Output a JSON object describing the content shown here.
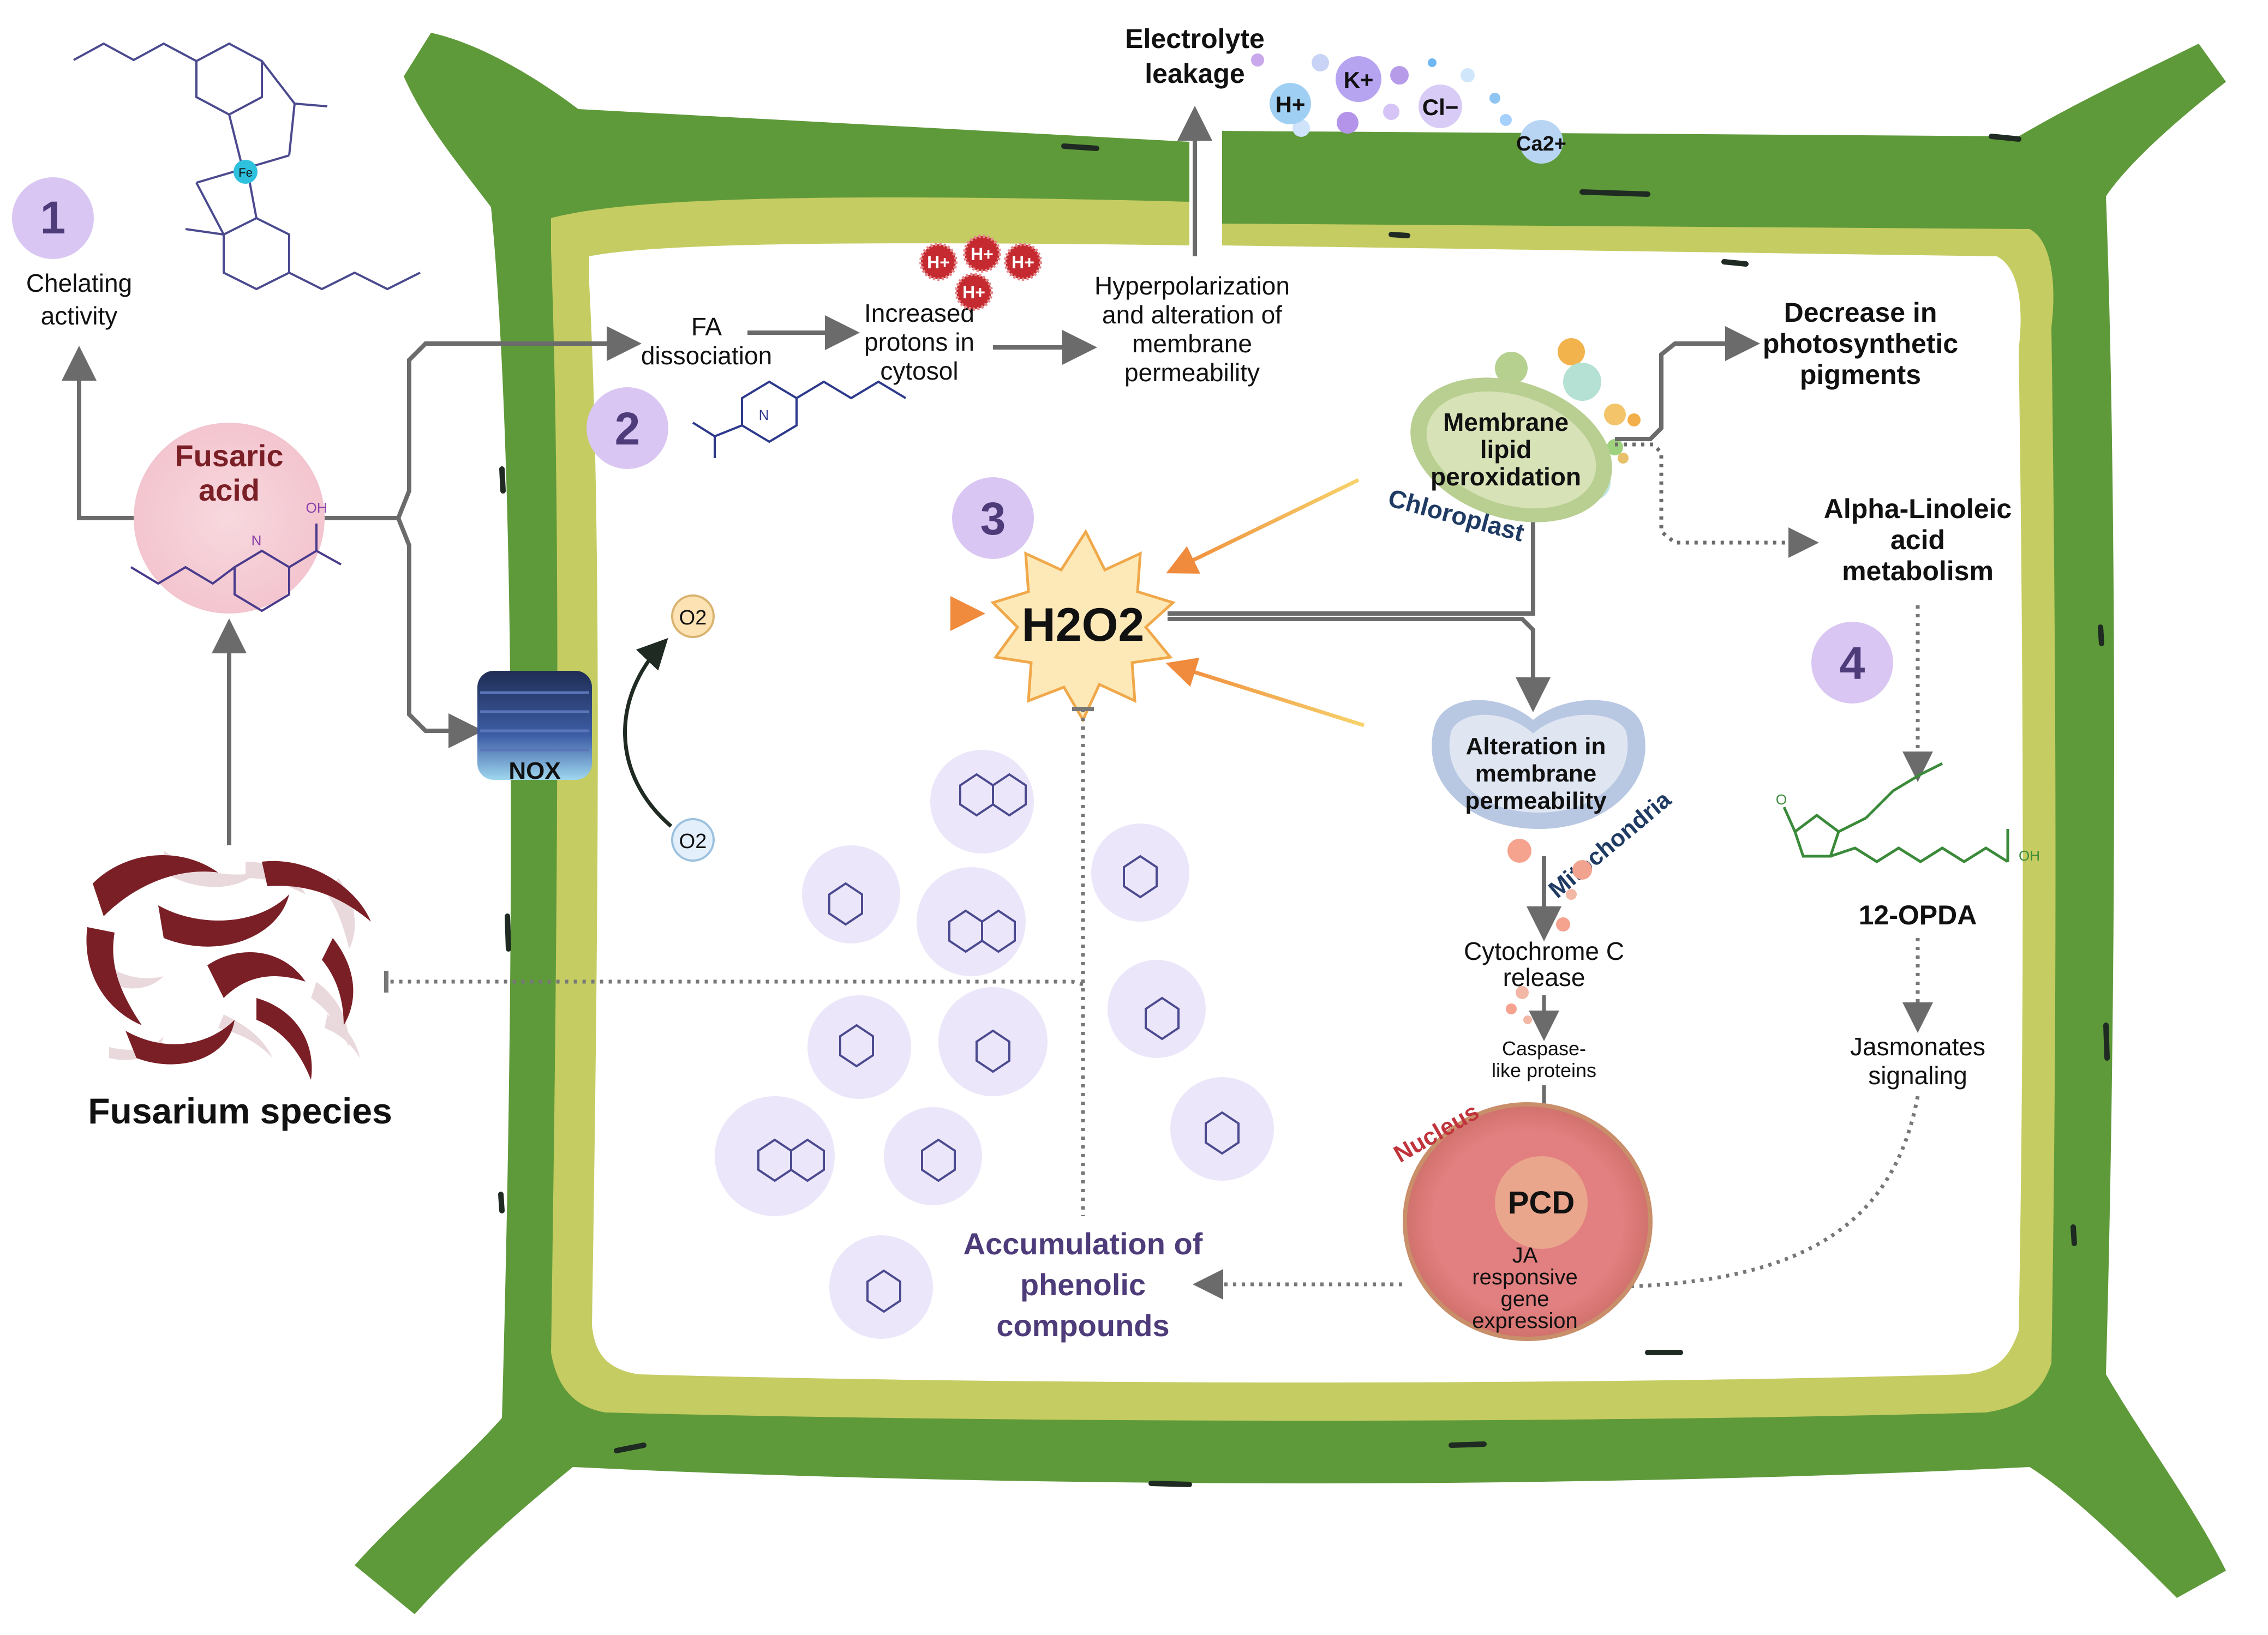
{
  "colors": {
    "cell_wall": "#5f9a3a",
    "membrane": "#c5cc62",
    "fusarium": "#7b1f26",
    "step_circle": "#d9c6f2",
    "step_text": "#4d3b7a",
    "arrow": "#6b6b6b",
    "h2o2_fill": "#fde9b8",
    "nucleus": "#e07a7a",
    "chloroplast": "#b9cf92",
    "mitochondria": "#b8c7e2",
    "nox": "#2c3f73"
  },
  "steps": [
    "1",
    "2",
    "3",
    "4"
  ],
  "labels": {
    "electrolyte": [
      "Electrolyte",
      "leakage"
    ],
    "chelating": [
      "Chelating",
      "activity"
    ],
    "fusaric": [
      "Fusaric",
      "acid"
    ],
    "fusarium": "Fusarium species",
    "fa_dissoc": [
      "FA",
      "dissociation"
    ],
    "protons": [
      "Increased",
      "protons in",
      "cytosol"
    ],
    "hyperpol": [
      "Hyperpolarization",
      "and alteration of",
      "membrane",
      "permeability"
    ],
    "photo": [
      "Decrease in",
      "photosynthetic",
      "pigments"
    ],
    "lipid": [
      "Membrane",
      "lipid",
      "peroxidation"
    ],
    "chloroplast": "Chloroplast",
    "alpha": [
      "Alpha-Linoleic",
      "acid",
      "metabolism"
    ],
    "h2o2": "H2O2",
    "nox": "NOX",
    "o2_minus": "O2",
    "o2": "O2",
    "mito_text": [
      "Alteration in",
      "membrane",
      "permeability"
    ],
    "mitochondria": "Mitochondria",
    "cytc": [
      "Cytochrome C",
      "release"
    ],
    "caspase": [
      "Caspase-",
      "like proteins"
    ],
    "nucleus": "Nucleus",
    "pcd": "PCD",
    "ja_gene": [
      "JA",
      "responsive",
      "gene",
      "expression"
    ],
    "opda": "12-OPDA",
    "jasmonates": [
      "Jasmonates",
      "signaling"
    ],
    "phenolic": [
      "Accumulation of",
      "phenolic",
      "compounds"
    ],
    "ions": [
      "H+",
      "K+",
      "Cl−",
      "Ca2+"
    ],
    "h_plus": "H+",
    "fe": "Fe",
    "oh": "OH",
    "n": "N",
    "o": "O"
  }
}
